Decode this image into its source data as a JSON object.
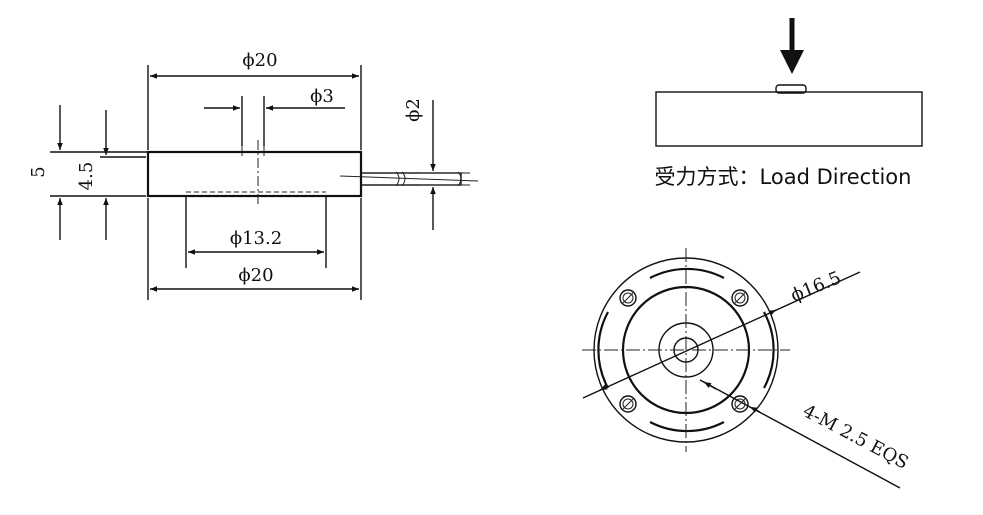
{
  "side_view": {
    "dim_outer_top": "ϕ20",
    "dim_hole": "ϕ3",
    "dim_cable": "ϕ2",
    "dim_height_total": "5",
    "dim_height_body": "4.5",
    "dim_recess": "ϕ13.2",
    "dim_outer_bottom": "ϕ20"
  },
  "load_view": {
    "caption": "受力方式：Load Direction"
  },
  "bottom_view": {
    "dim_bolt_circle": "ϕ16.5",
    "dim_thread": "4-M 2.5 EQS"
  }
}
